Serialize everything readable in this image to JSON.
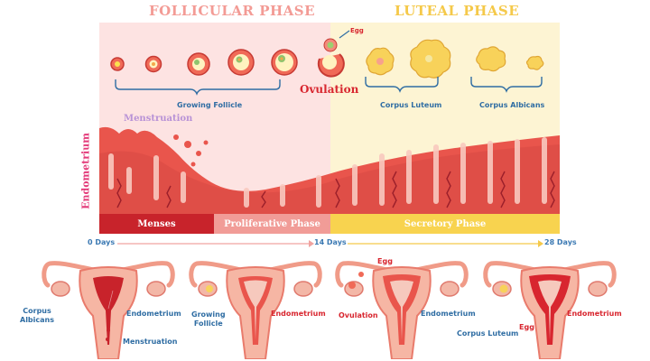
{
  "phases": {
    "follicular": "FOLLICULAR PHASE",
    "luteal": "LUTEAL PHASE"
  },
  "top_labels": {
    "egg": "Egg",
    "ovulation": "Ovulation",
    "growing_follicle": "Growing Follicle",
    "corpus_luteum": "Corpus Luteum",
    "corpus_albicans": "Corpus Albicans",
    "menstruation": "Menstruation",
    "endometrium": "Endometrium"
  },
  "bands": {
    "menses": "Menses",
    "proliferative": "Proliferative Phase",
    "secretory": "Secretory Phase"
  },
  "days": {
    "start": "0 Days",
    "mid": "14 Days",
    "end": "28 Days"
  },
  "uterus_diagrams": [
    {
      "labels": {
        "left": "Corpus\nAlbicans",
        "right": "Endometrium",
        "bottom": "Menstruation"
      }
    },
    {
      "labels": {
        "left": "Growing\nFollicle",
        "right": "Endometrium"
      }
    },
    {
      "labels": {
        "top": "Egg",
        "left": "Ovulation",
        "right": "Endometrium"
      }
    },
    {
      "labels": {
        "left": "Corpus Luteum",
        "egg": "Egg",
        "right": "Endometrium"
      }
    }
  ],
  "colors": {
    "follicular_bg": "#fde2e1",
    "luteal_bg": "#fdf3d0",
    "phase_pink": "#f39b95",
    "phase_yellow": "#f5c94a",
    "tissue": "#e9524a",
    "blue": "#2f6da3"
  }
}
